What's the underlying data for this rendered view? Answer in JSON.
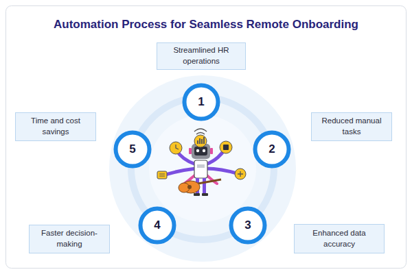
{
  "diagram": {
    "title": "Automation Process for Seamless Remote Onboarding",
    "nodes": [
      {
        "text": [
          "Streamlined HR operations"
        ]
      },
      {
        "text": [
          "1"
        ]
      },
      {
        "text": [
          "Reduced manual tasks"
        ]
      },
      {
        "text": [
          "2"
        ]
      },
      {
        "text": [
          "Enhanced data accuracy"
        ]
      },
      {
        "text": [
          "3"
        ]
      },
      {
        "text": [
          "Faster decision-making"
        ]
      },
      {
        "text": [
          "4"
        ]
      },
      {
        "text": [
          "Time and cost savings"
        ]
      },
      {
        "text": [
          "5"
        ]
      }
    ]
  }
}
